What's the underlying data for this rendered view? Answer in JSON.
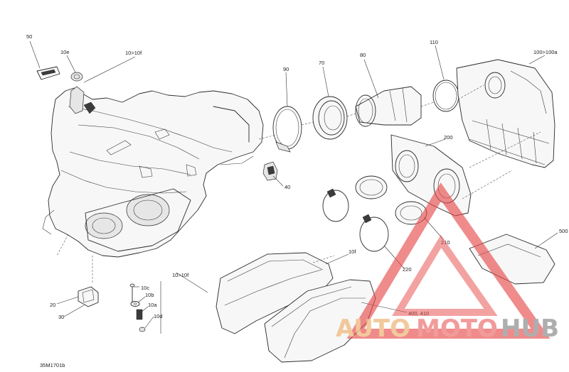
{
  "diagram_id": "35M1701b",
  "callouts": {
    "c50": "50",
    "c10e": "10e",
    "c10to10f_top": "10>10f",
    "c90": "90",
    "c70": "70",
    "c80": "80",
    "c110": "110",
    "c100to100a": "100>100a",
    "c200": "200",
    "c40": "40",
    "c500": "500",
    "c210": "210",
    "c220": "220",
    "c10f": "10f",
    "c400_410": "400, 410",
    "c10to10f_bottom": "10>10f",
    "c10c": "10c",
    "c10b": "10b",
    "c10a": "10a",
    "c10d": "10d",
    "c20": "20",
    "c30": "30"
  },
  "watermark": {
    "part1": "AUTO",
    "part2": "MOTO",
    "part3": "HUB"
  },
  "colors": {
    "watermark_red": "#e84a4a",
    "watermark_orange": "#f0b070",
    "watermark_gray": "#9a9a9a",
    "line": "#2a2a2a"
  }
}
